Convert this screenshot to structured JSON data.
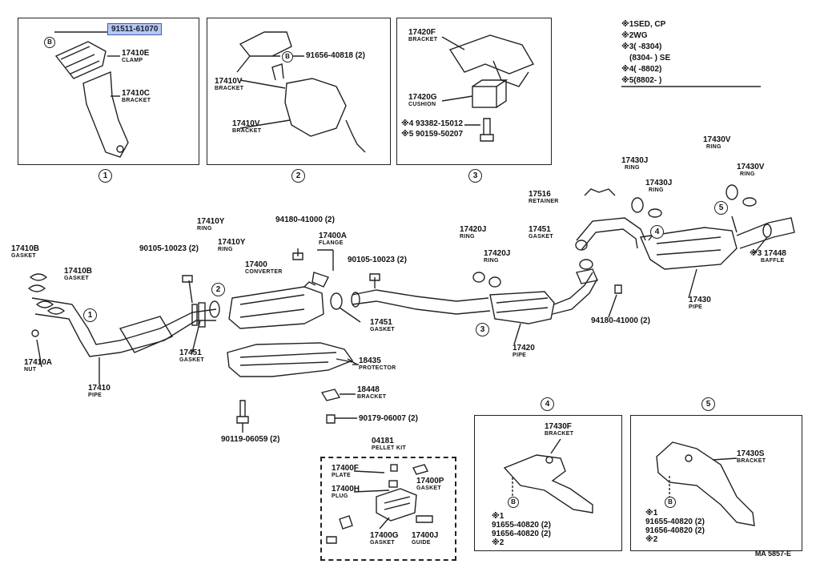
{
  "highlight_part": "91511-61070",
  "legend": {
    "l1": "※1SED, CP",
    "l2": "※2WG",
    "l3a": "※3(        -8304)",
    "l3b": "(8304-        ) SE",
    "l4": "※4(        -8802)",
    "l5": "※5(8802-        )"
  },
  "panel_numbers": {
    "p1": "1",
    "p2": "2",
    "p3": "3",
    "p4": "4",
    "p5": "5"
  },
  "callout_marks": {
    "c1": "1",
    "c2": "2",
    "c3": "3",
    "c4": "4",
    "c5": "5",
    "b": "B"
  },
  "parts": {
    "p17410E": {
      "pn": "17410E",
      "name": "CLAMP"
    },
    "p17410C": {
      "pn": "17410C",
      "name": "BRACKET"
    },
    "p17410V_a": {
      "pn": "17410V",
      "name": "BRACKET"
    },
    "p17410V_b": {
      "pn": "17410V",
      "name": "BRACKET"
    },
    "p91656_40818": {
      "pn": "91656-40818 (2)",
      "name": ""
    },
    "p17420F": {
      "pn": "17420F",
      "name": "BRACKET"
    },
    "p17420G": {
      "pn": "17420G",
      "name": "CUSHION"
    },
    "p93382": {
      "pn": "※4 93382-15012",
      "name": ""
    },
    "p90159": {
      "pn": "※5 90159-50207",
      "name": ""
    },
    "p17430J_a": {
      "pn": "17430J",
      "name": "RING"
    },
    "p17430J_b": {
      "pn": "17430J",
      "name": "RING"
    },
    "p17430V_a": {
      "pn": "17430V",
      "name": "RING"
    },
    "p17430V_b": {
      "pn": "17430V",
      "name": "RING"
    },
    "p17516": {
      "pn": "17516",
      "name": "RETAINER"
    },
    "p17448": {
      "pn": "※3 17448",
      "name": "BAFFLE"
    },
    "p17430": {
      "pn": "17430",
      "name": "PIPE"
    },
    "p17451_r": {
      "pn": "17451",
      "name": "GASKET"
    },
    "p94180_r": {
      "pn": "94180-41000 (2)",
      "name": ""
    },
    "p17420J_a": {
      "pn": "17420J",
      "name": "RING"
    },
    "p17420J_b": {
      "pn": "17420J",
      "name": "RING"
    },
    "p17420": {
      "pn": "17420",
      "name": "PIPE"
    },
    "p94180_t": {
      "pn": "94180-41000 (2)",
      "name": ""
    },
    "p17400A": {
      "pn": "17400A",
      "name": "FLANGE"
    },
    "p90105_r": {
      "pn": "90105-10023 (2)",
      "name": ""
    },
    "p17410Y_a": {
      "pn": "17410Y",
      "name": "RING"
    },
    "p17410Y_b": {
      "pn": "17410Y",
      "name": "RING"
    },
    "p17400": {
      "pn": "17400",
      "name": "CONVERTER"
    },
    "p90105_l": {
      "pn": "90105-10023 (2)",
      "name": ""
    },
    "p17410B_a": {
      "pn": "17410B",
      "name": "GASKET"
    },
    "p17410B_b": {
      "pn": "17410B",
      "name": "GASKET"
    },
    "p17451_m": {
      "pn": "17451",
      "name": "GASKET"
    },
    "p17451_l": {
      "pn": "17451",
      "name": "GASKET"
    },
    "p17410A": {
      "pn": "17410A",
      "name": "NUT"
    },
    "p17410": {
      "pn": "17410",
      "name": "PIPE"
    },
    "p18435": {
      "pn": "18435",
      "name": "PROTECTOR"
    },
    "p18448": {
      "pn": "18448",
      "name": "BRACKET"
    },
    "p90179": {
      "pn": "90179-06007 (2)",
      "name": ""
    },
    "p90119": {
      "pn": "90119-06059 (2)",
      "name": ""
    },
    "p04181": {
      "pn": "04181",
      "name": "PELLET KIT"
    },
    "p17400F": {
      "pn": "17400F",
      "name": "PLATE"
    },
    "p17400H": {
      "pn": "17400H",
      "name": "PLUG"
    },
    "p17400P": {
      "pn": "17400P",
      "name": "GASKET"
    },
    "p17400G": {
      "pn": "17400G",
      "name": "GASKET"
    },
    "p17400J": {
      "pn": "17400J",
      "name": "GUIDE"
    },
    "p17430F": {
      "pn": "17430F",
      "name": "BRACKET"
    },
    "p17430S": {
      "pn": "17430S",
      "name": "BRACKET"
    }
  },
  "panel4_notes": {
    "a": "※1",
    "b": "91655-40820 (2)",
    "c": "91656-40820 (2)",
    "d": "※2"
  },
  "panel5_notes": {
    "a": "※1",
    "b": "91655-40820 (2)",
    "c": "91656-40820 (2)",
    "d": "※2"
  },
  "footer": "MA  5857-E"
}
